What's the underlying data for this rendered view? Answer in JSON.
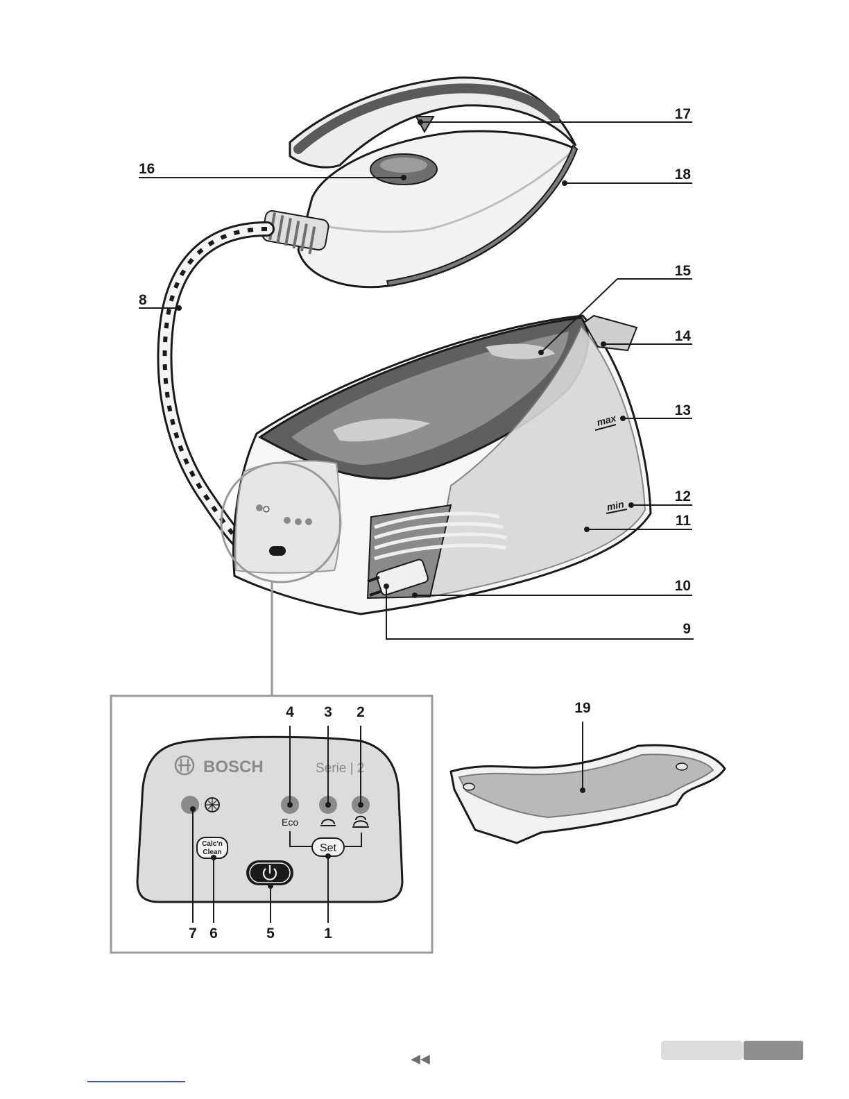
{
  "callouts": {
    "c1": "1",
    "c2": "2",
    "c3": "3",
    "c4": "4",
    "c5": "5",
    "c6": "6",
    "c7": "7",
    "c8": "8",
    "c9": "9",
    "c10": "10",
    "c11": "11",
    "c12": "12",
    "c13": "13",
    "c14": "14",
    "c15": "15",
    "c16": "16",
    "c17": "17",
    "c18": "18",
    "c19": "19"
  },
  "iron_base": {
    "level_max": "max",
    "level_min": "min"
  },
  "control_panel": {
    "brand": "BOSCH",
    "series": "Serie | 2",
    "eco_label": "Eco",
    "set_label": "Set",
    "calc_label_line1": "Calc'n",
    "calc_label_line2": "Clean"
  },
  "nav": {
    "back_glyph": "◀◀"
  },
  "colors": {
    "outline": "#1a1a1a",
    "panel_fill": "#dcdcdc",
    "led_fill": "#8a8a8a",
    "tank_fill": "#b9b9b9",
    "frame": "#9a9a9a",
    "footer_link": "#3b4fd1"
  }
}
